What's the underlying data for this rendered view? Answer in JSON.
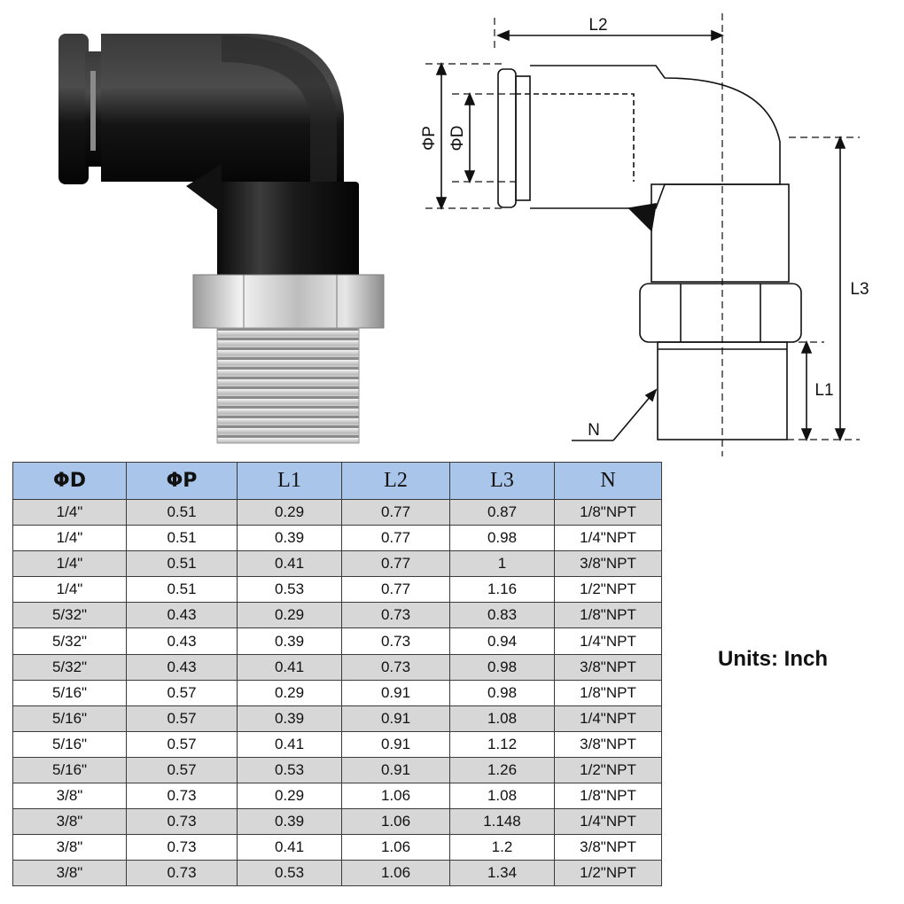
{
  "drawing_labels": {
    "L2": "L2",
    "L3": "L3",
    "L1": "L1",
    "phi_p": "ΦP",
    "phi_d": "ΦD",
    "N": "N"
  },
  "table": {
    "headers": [
      "ΦD",
      "ΦP",
      "L1",
      "L2",
      "L3",
      "N"
    ],
    "rows": [
      [
        "1/4\"",
        "0.51",
        "0.29",
        "0.77",
        "0.87",
        "1/8\"NPT"
      ],
      [
        "1/4\"",
        "0.51",
        "0.39",
        "0.77",
        "0.98",
        "1/4\"NPT"
      ],
      [
        "1/4\"",
        "0.51",
        "0.41",
        "0.77",
        "1",
        "3/8\"NPT"
      ],
      [
        "1/4\"",
        "0.51",
        "0.53",
        "0.77",
        "1.16",
        "1/2\"NPT"
      ],
      [
        "5/32\"",
        "0.43",
        "0.29",
        "0.73",
        "0.83",
        "1/8\"NPT"
      ],
      [
        "5/32\"",
        "0.43",
        "0.39",
        "0.73",
        "0.94",
        "1/4\"NPT"
      ],
      [
        "5/32\"",
        "0.43",
        "0.41",
        "0.73",
        "0.98",
        "3/8\"NPT"
      ],
      [
        "5/16\"",
        "0.57",
        "0.29",
        "0.91",
        "0.98",
        "1/8\"NPT"
      ],
      [
        "5/16\"",
        "0.57",
        "0.39",
        "0.91",
        "1.08",
        "1/4\"NPT"
      ],
      [
        "5/16\"",
        "0.57",
        "0.41",
        "0.91",
        "1.12",
        "3/8\"NPT"
      ],
      [
        "5/16\"",
        "0.57",
        "0.53",
        "0.91",
        "1.26",
        "1/2\"NPT"
      ],
      [
        "3/8\"",
        "0.73",
        "0.29",
        "1.06",
        "1.08",
        "1/8\"NPT"
      ],
      [
        "3/8\"",
        "0.73",
        "0.39",
        "1.06",
        "1.148",
        "1/4\"NPT"
      ],
      [
        "3/8\"",
        "0.73",
        "0.41",
        "1.06",
        "1.2",
        "3/8\"NPT"
      ],
      [
        "3/8\"",
        "0.73",
        "0.53",
        "1.06",
        "1.34",
        "1/2\"NPT"
      ]
    ]
  },
  "units_note": "Units: Inch",
  "colors": {
    "header_bg": "#a9c5ea",
    "row_odd_bg": "#d7d7d7",
    "row_even_bg": "#ffffff",
    "fitting_body": "#1e1e1e",
    "fitting_metal": "#c8c8c8"
  }
}
